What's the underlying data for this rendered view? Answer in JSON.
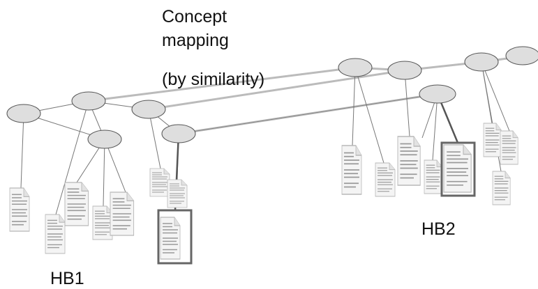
{
  "title_lines": [
    "Concept",
    "mapping",
    "(by similarity)"
  ],
  "hierarchies": [
    {
      "label": "HB1"
    },
    {
      "label": "HB2"
    }
  ],
  "colors": {
    "node_fill": "#dedede",
    "node_stroke": "#555555",
    "edge": "#777777",
    "mapping_line": "#bbbbbb",
    "highlight": "#666666",
    "document_fill": "#f4f4f4"
  }
}
